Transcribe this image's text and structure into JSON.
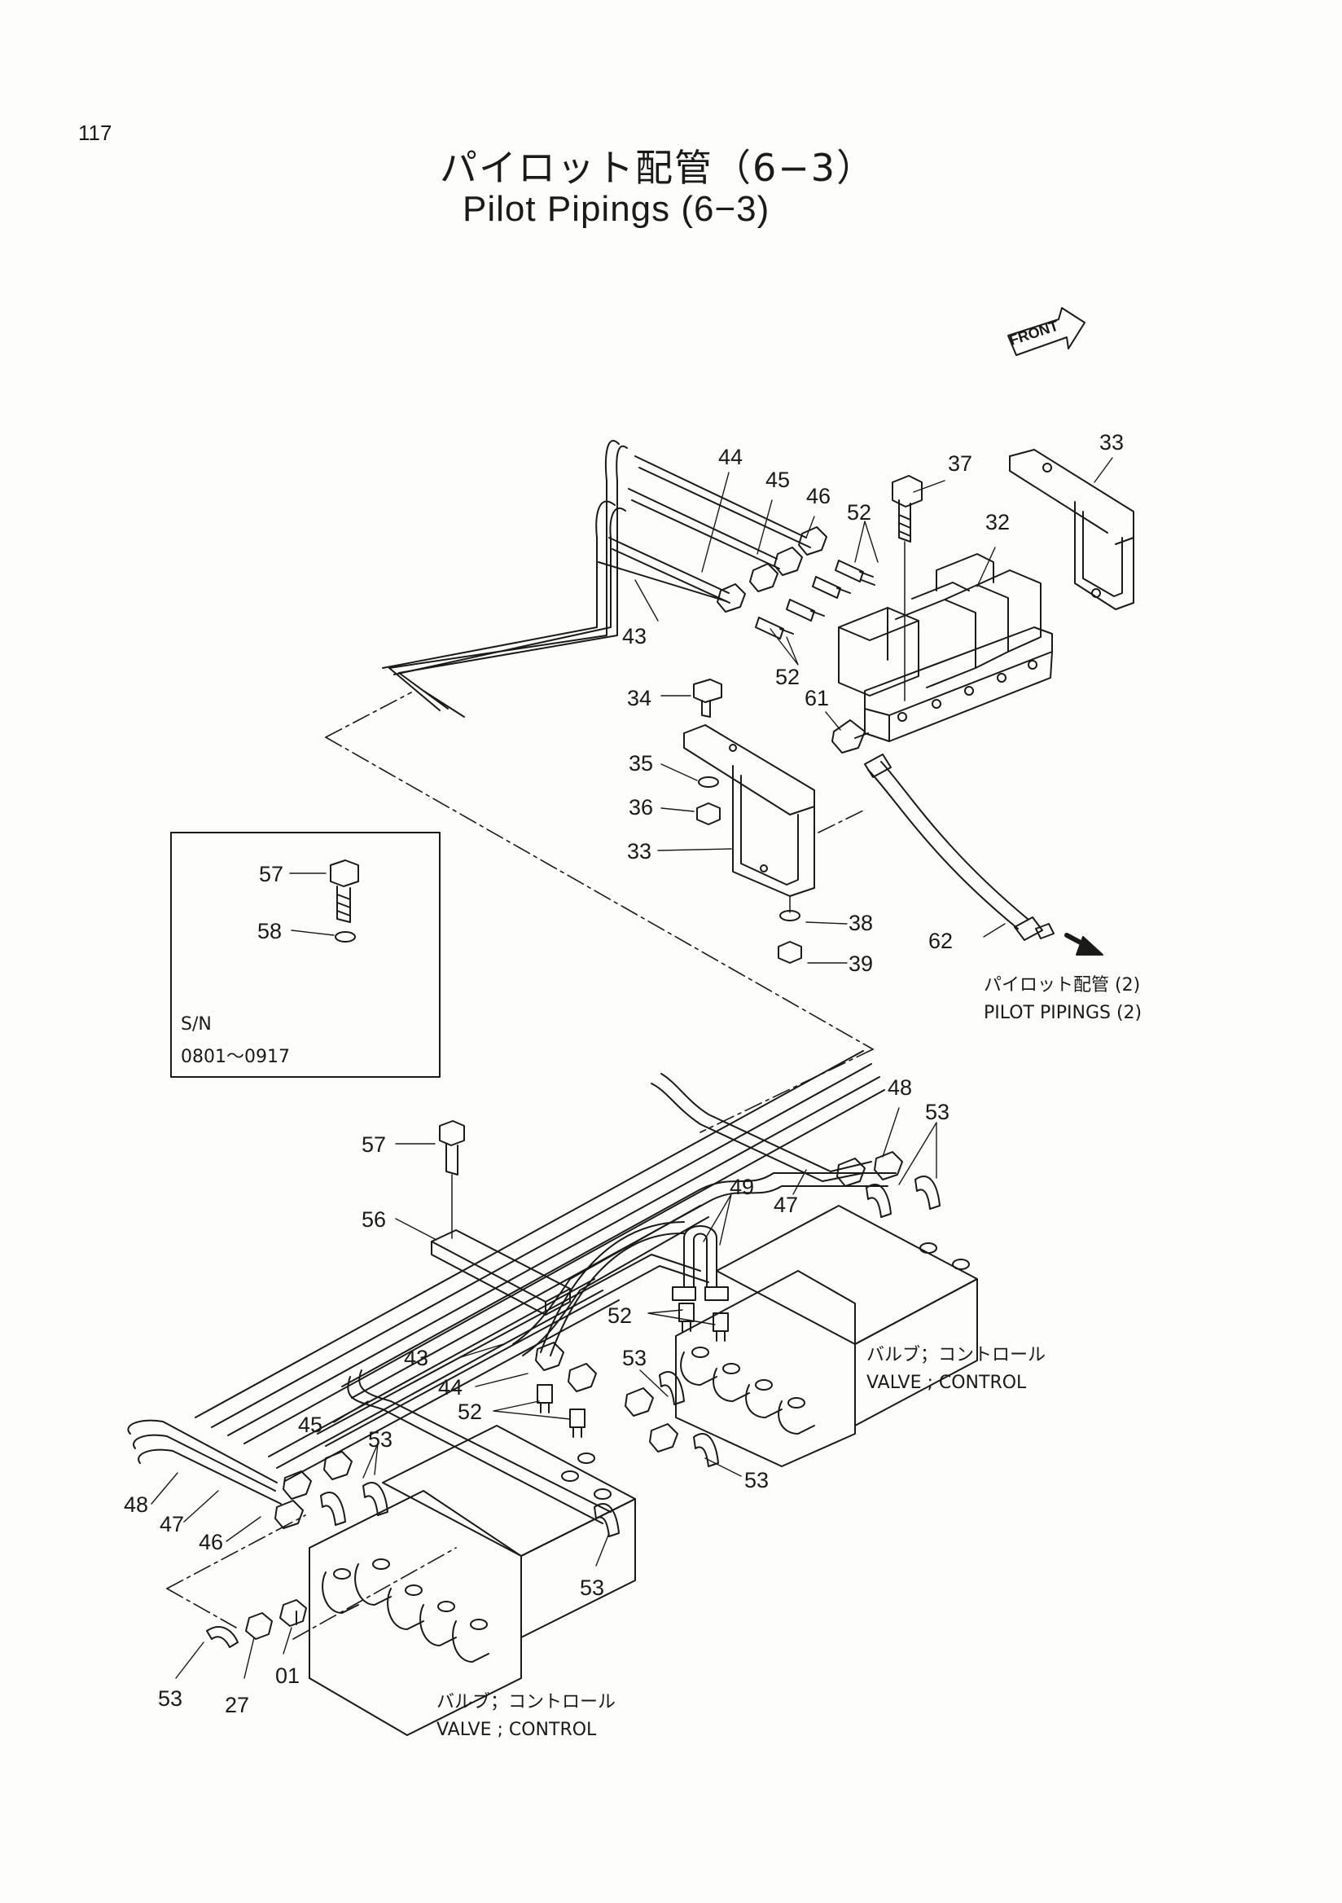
{
  "page": {
    "number": "117"
  },
  "title": {
    "jp": "パイロット配管（6−3）",
    "en": "Pilot Pipings (6−3)"
  },
  "front_label": "FRONT",
  "inset": {
    "sn_label": "S/N",
    "sn_range": "0801～0917"
  },
  "notes": {
    "pilot_jp": "パイロット配管 (2)",
    "pilot_en": "PILOT PIPINGS (2)",
    "valve1_jp": "バルブ；コントロール",
    "valve1_en": "VALVE ; CONTROL",
    "valve2_jp": "バルブ；コントロール",
    "valve2_en": "VALVE ; CONTROL"
  },
  "callouts": [
    "44",
    "45",
    "46",
    "37",
    "33",
    "52",
    "32",
    "43",
    "52",
    "34",
    "61",
    "35",
    "36",
    "33",
    "57",
    "58",
    "38",
    "62",
    "39",
    "48",
    "53",
    "57",
    "49",
    "47",
    "56",
    "52",
    "43",
    "53",
    "44",
    "52",
    "45",
    "53",
    "48",
    "47",
    "46",
    "53",
    "53",
    "53",
    "27",
    "01"
  ]
}
